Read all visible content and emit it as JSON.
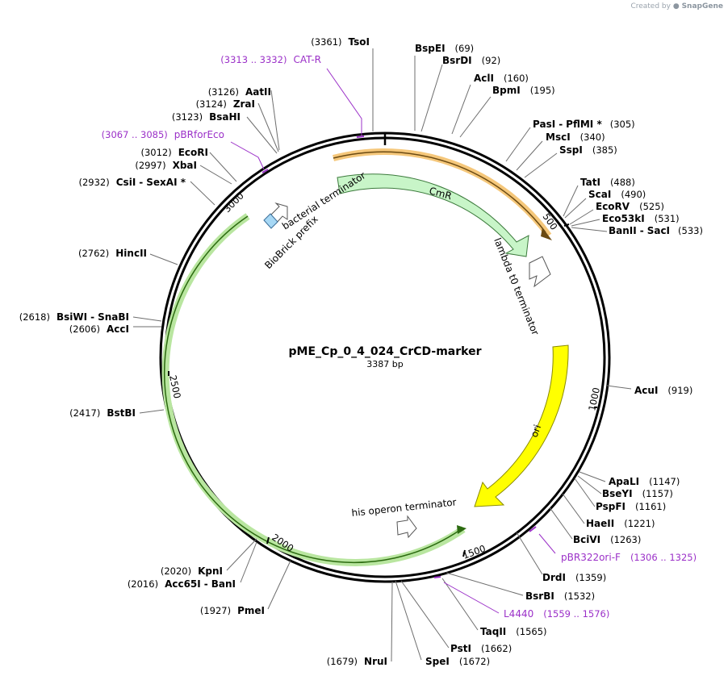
{
  "credit": {
    "prefix": "Created by",
    "brand": "SnapGene"
  },
  "plasmid": {
    "name": "pME_Cp_0_4_024_CrCD-marker",
    "length_label": "3387 bp",
    "length": 3387
  },
  "ticks": [
    "500",
    "1000",
    "1500",
    "2000",
    "2500",
    "3000"
  ],
  "enzymes": [
    {
      "name": "TsoI",
      "pos": "(3361)"
    },
    {
      "name": "BspEI",
      "pos": "(69)"
    },
    {
      "name": "BsrDI",
      "pos": "(92)"
    },
    {
      "name": "AclI",
      "pos": "(160)"
    },
    {
      "name": "BpmI",
      "pos": "(195)"
    },
    {
      "name": "PasI",
      "name2": "PflMI *",
      "pos": "(305)"
    },
    {
      "name": "MscI",
      "pos": "(340)"
    },
    {
      "name": "SspI",
      "pos": "(385)"
    },
    {
      "name": "TatI",
      "pos": "(488)"
    },
    {
      "name": "ScaI",
      "pos": "(490)"
    },
    {
      "name": "EcoRV",
      "pos": "(525)"
    },
    {
      "name": "Eco53kI",
      "pos": "(531)"
    },
    {
      "name": "BanII",
      "name2": "SacI",
      "pos": "(533)"
    },
    {
      "name": "AcuI",
      "pos": "(919)"
    },
    {
      "name": "ApaLI",
      "pos": "(1147)"
    },
    {
      "name": "BseYI",
      "pos": "(1157)"
    },
    {
      "name": "PspFI",
      "pos": "(1161)"
    },
    {
      "name": "HaeII",
      "pos": "(1221)"
    },
    {
      "name": "BciVI",
      "pos": "(1263)"
    },
    {
      "name": "DrdI",
      "pos": "(1359)"
    },
    {
      "name": "BsrBI",
      "pos": "(1532)"
    },
    {
      "name": "TaqII",
      "pos": "(1565)"
    },
    {
      "name": "PstI",
      "pos": "(1662)"
    },
    {
      "name": "SpeI",
      "pos": "(1672)"
    },
    {
      "name": "NruI",
      "pos": "(1679)"
    },
    {
      "name": "PmeI",
      "pos": "(1927)"
    },
    {
      "name": "KpnI",
      "pos": "(2020)"
    },
    {
      "name": "Acc65I",
      "name2": "BanI",
      "pos": "(2016)"
    },
    {
      "name": "BstBI",
      "pos": "(2417)"
    },
    {
      "name": "BsiWI",
      "name2": "SnaBI",
      "pos": "(2618)"
    },
    {
      "name": "AccI",
      "pos": "(2606)"
    },
    {
      "name": "HincII",
      "pos": "(2762)"
    },
    {
      "name": "CsiI",
      "name2": "SexAI *",
      "pos": "(2932)"
    },
    {
      "name": "XbaI",
      "pos": "(2997)"
    },
    {
      "name": "EcoRI",
      "pos": "(3012)"
    },
    {
      "name": "BsaHI",
      "pos": "(3123)"
    },
    {
      "name": "ZraI",
      "pos": "(3124)"
    },
    {
      "name": "AatII",
      "pos": "(3126)"
    }
  ],
  "primers": [
    {
      "name": "CAT-R",
      "pos": "(3313 .. 3332)"
    },
    {
      "name": "pBRforEco",
      "pos": "(3067 .. 3085)"
    },
    {
      "name": "pBR322ori-F",
      "pos": "(1306 .. 1325)"
    },
    {
      "name": "L4440",
      "pos": "(1559 .. 1576)"
    }
  ],
  "features": [
    {
      "name": "CmR",
      "color": "#c8f5c8"
    },
    {
      "name": "ori",
      "color": "#ffff00"
    },
    {
      "name": "lambda t0 terminator",
      "color": "#ffffff"
    },
    {
      "name": "his operon terminator",
      "color": "#ffffff"
    },
    {
      "name": "bacterial terminator",
      "color": "#ffffff"
    },
    {
      "name": "BioBrick prefix",
      "color": "#a7d8f5"
    }
  ],
  "colors": {
    "primer": "#9b30c8",
    "orange_arc": "#f5a623",
    "green_arc": "#5cb82e",
    "backbone": "#000000"
  }
}
